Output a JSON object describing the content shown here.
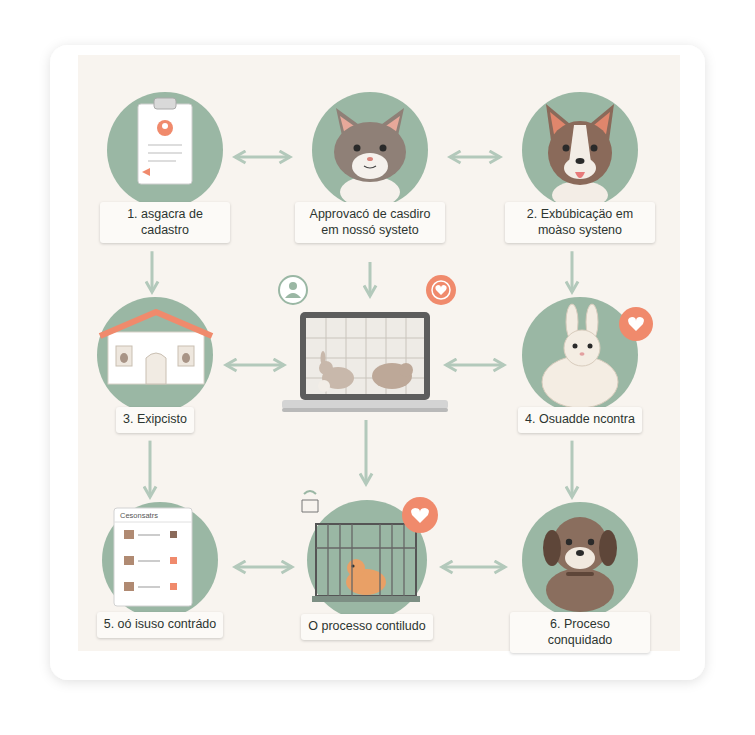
{
  "diagram": {
    "nodes": [
      {
        "text": [
          "1. asgacra de cadastro"
        ]
      },
      {
        "text": [
          "Approvacó de casdiro em nossó systeto"
        ]
      },
      {
        "text": [
          "2. Exbúbicaçäo em moàso systeno"
        ]
      },
      {
        "text": [
          "3. Exipcisto"
        ]
      },
      {
        "text": [
          "4. Osuadde ncontra"
        ]
      },
      {
        "text": [
          "5. oó isuso contrádo"
        ]
      },
      {
        "text": [
          "O processo contiludo"
        ]
      },
      {
        "text": [
          "6. Proceso conquidado"
        ]
      }
    ],
    "edges": [
      {
        "from": 0,
        "to": 1,
        "arrow": "both"
      },
      {
        "from": 1,
        "to": 2,
        "arrow": "both"
      },
      {
        "from": 0,
        "to": 3,
        "arrow": "to"
      },
      {
        "from": 2,
        "to": 4,
        "arrow": "to"
      },
      {
        "from": 3,
        "to": 5,
        "arrow": "to"
      },
      {
        "from": 4,
        "to": 7,
        "arrow": "to"
      },
      {
        "from": 5,
        "to": 6,
        "arrow": "both"
      },
      {
        "from": 6,
        "to": 7,
        "arrow": "both"
      }
    ],
    "labels": [
      "Cesonsatrs"
    ]
  }
}
